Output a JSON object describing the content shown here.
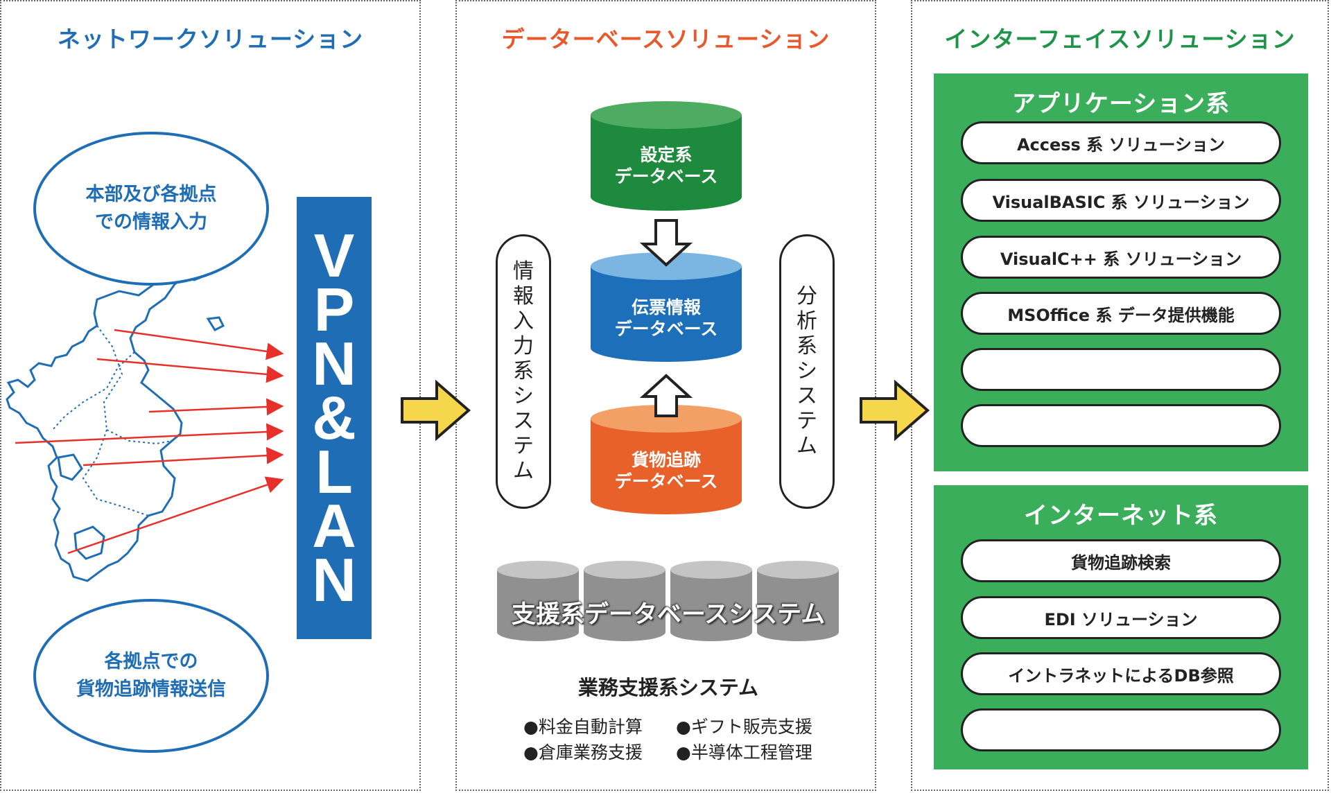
{
  "network": {
    "title": "ネットワークソリューション",
    "ellipse_top": "本部及び各拠点\nでの情報入力",
    "ellipse_bottom": "各拠点での\n貨物追跡情報送信",
    "vpn_lan": [
      "V",
      "P",
      "N",
      "&",
      "L",
      "A",
      "N"
    ]
  },
  "database": {
    "title": "データーベースソリューション",
    "left_system": [
      "情",
      "報",
      "入",
      "力",
      "系",
      "シ",
      "ス",
      "テ",
      "ム"
    ],
    "right_system": [
      "分",
      "析",
      "系",
      "シ",
      "ス",
      "テ",
      "ム"
    ],
    "settings_db": "設定系\nデータベース",
    "voucher_db": "伝票情報\nデータベース",
    "tracking_db": "貨物追跡\nデータベース",
    "support_db_system": "支援系データベースシステム",
    "business_title": "業務支援系システム",
    "business_items": [
      "●料金自動計算",
      "●ギフト販売支援",
      "●倉庫業務支援",
      "●半導体工程管理"
    ]
  },
  "interface": {
    "title": "インターフェイスソリューション",
    "app_heading": "アプリケーション系",
    "app_items": [
      "Access 系 ソリューション",
      "VisualBASIC 系 ソリューション",
      "VisualC++ 系 ソリューション",
      "MSOffice 系 データ提供機能",
      "",
      ""
    ],
    "internet_heading": "インターネット系",
    "internet_items": [
      "貨物追跡検索",
      "EDI ソリューション",
      "イントラネットによるDB参照",
      ""
    ]
  },
  "colors": {
    "network_blue": "#1f6eb5",
    "database_orange": "#e8582a",
    "interface_green": "#3aae5a",
    "settings_db_green": "#1e8a3e",
    "voucher_db_blue": "#1c6fb8",
    "tracking_db_orange": "#e8602a",
    "support_db_gray": "#909090",
    "flow_arrow_yellow": "#f6d64a",
    "map_arrow_red": "#e8302a"
  }
}
